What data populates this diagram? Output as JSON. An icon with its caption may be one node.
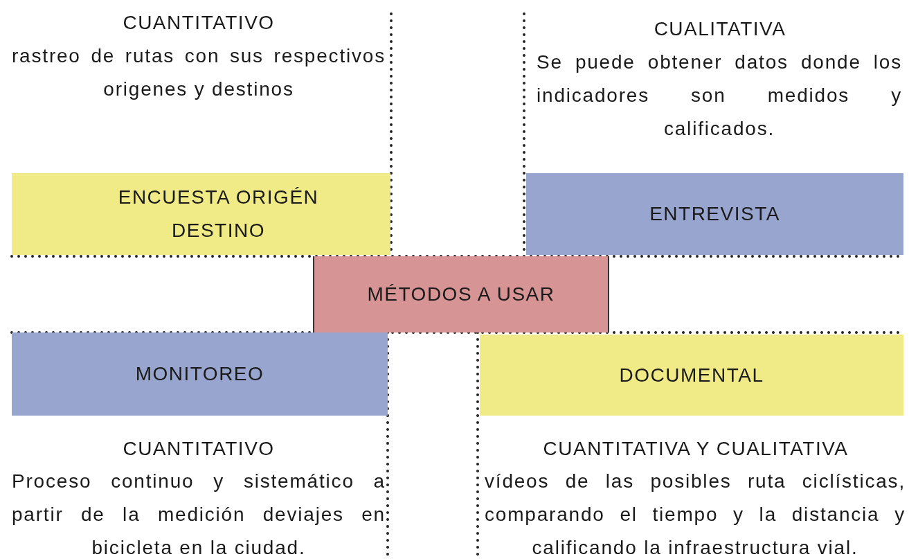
{
  "diagram": {
    "nodes": [
      {
        "text": [
          "ENCUESTA ORIGÉN DESTINO"
        ],
        "beside": [
          "CUANTITATIVO",
          "rastreo de rutas con sus respectivos origenes y destinos"
        ]
      },
      {
        "text": [
          "ENTREVISTA"
        ],
        "beside": [
          "CUALITATIVA",
          "Se puede obtener datos donde los indicadores son medidos y calificados."
        ]
      },
      {
        "text": [
          "MÉTODOS A USAR"
        ]
      },
      {
        "text": [
          "MONITOREO"
        ],
        "beside": [
          "CUANTITATIVO",
          "Proceso continuo y sistemático a partir de la medición deviajes en bicicleta en la ciudad."
        ]
      },
      {
        "text": [
          "DOCUMENTAL"
        ],
        "beside": [
          "CUANTITATIVA Y CUALITATIVA",
          "vídeos de las posibles ruta ciclísticas, comparando el tiempo y la distancia y calificando la infraestructura vial."
        ]
      }
    ]
  }
}
